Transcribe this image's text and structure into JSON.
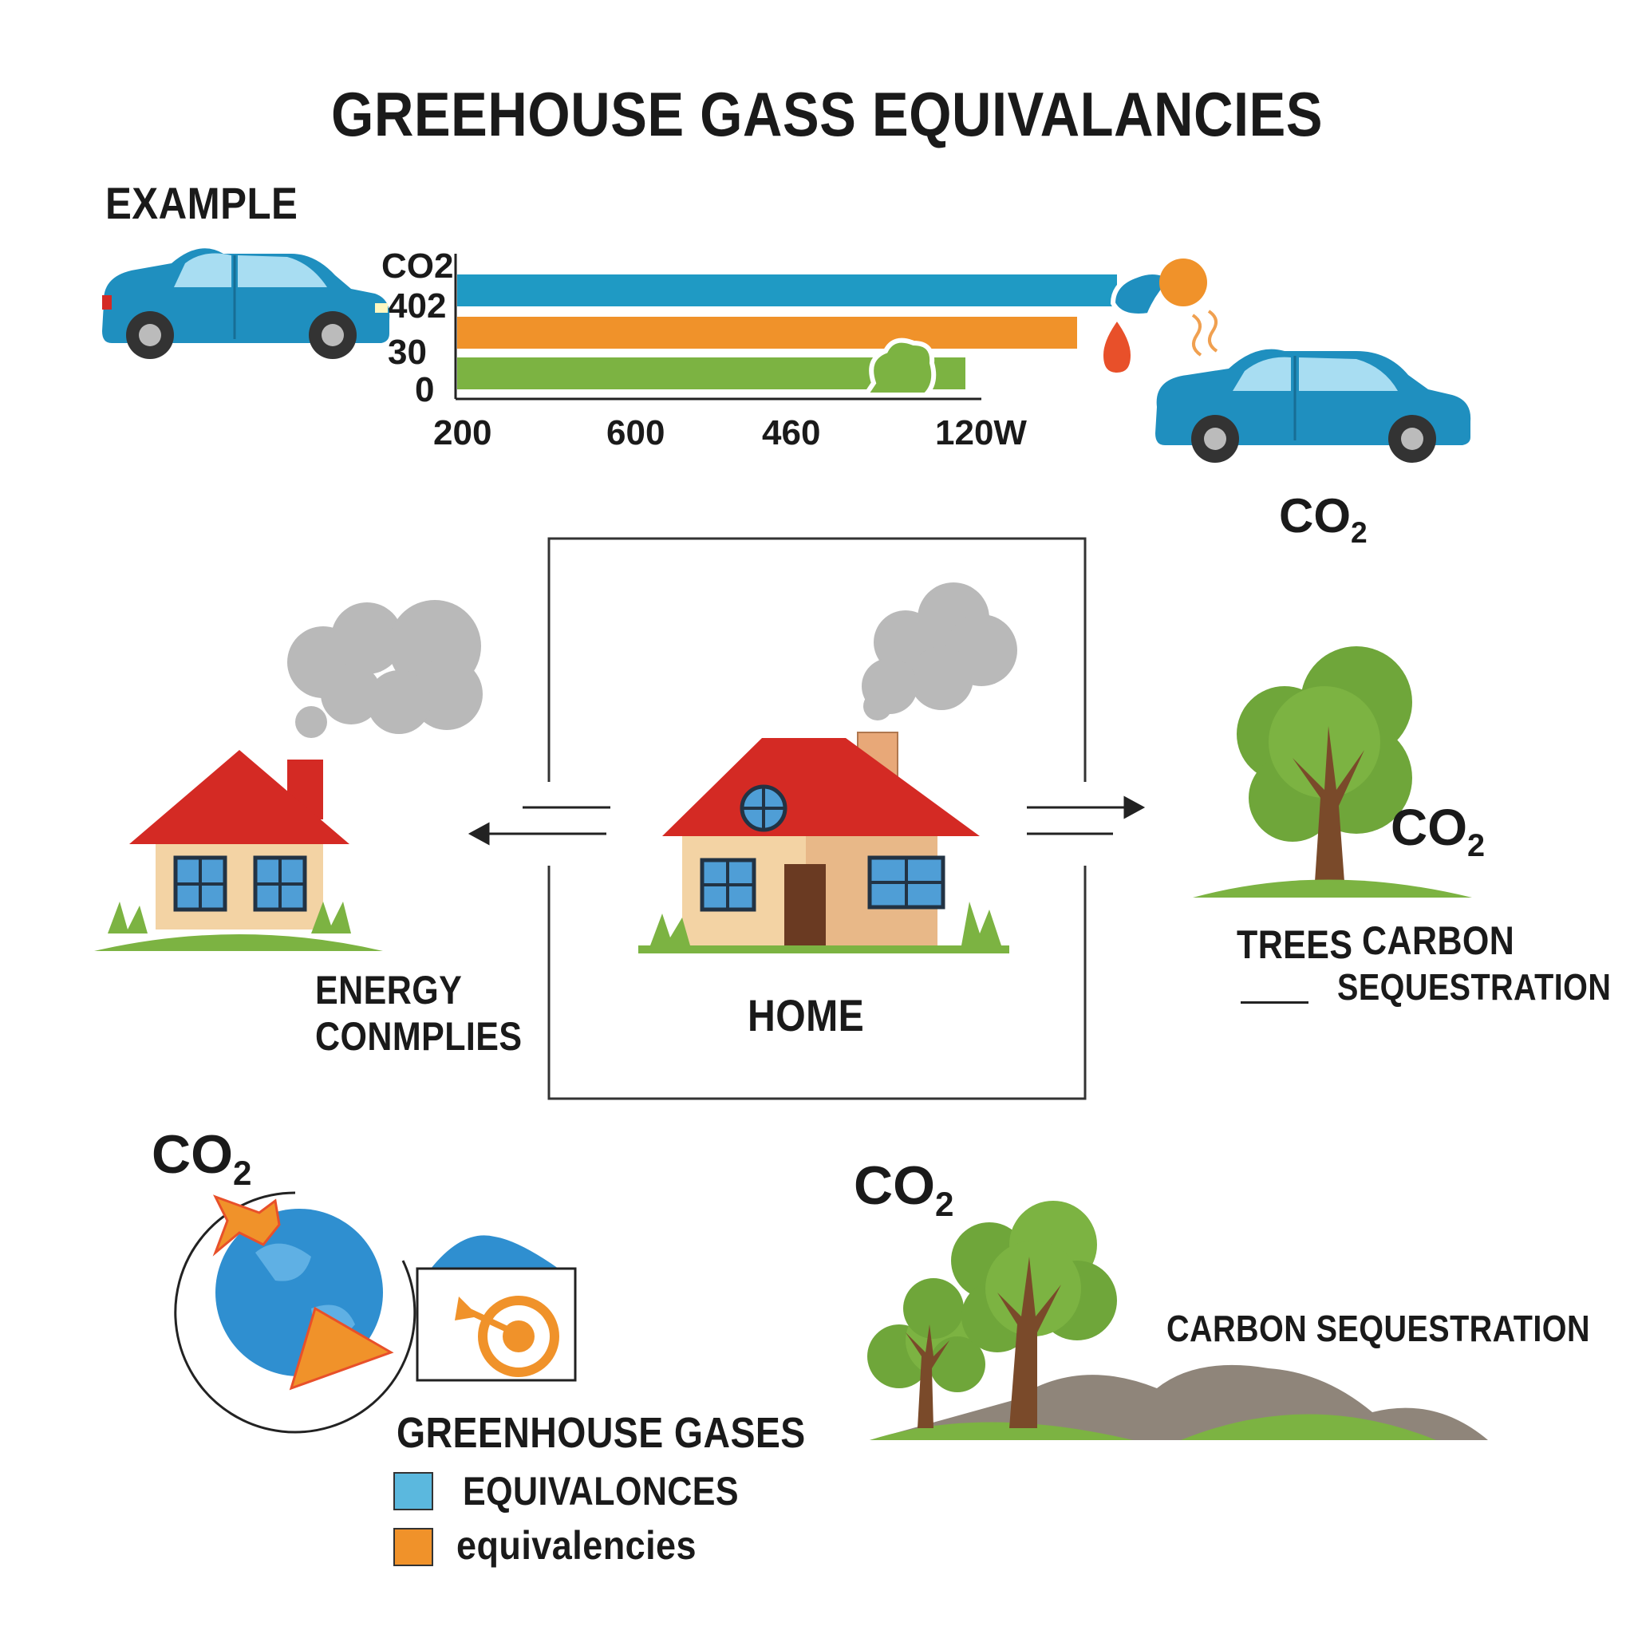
{
  "title": "GREEHOUSE GASS EQUIVALANCIES",
  "example_label": "EXAMPLE",
  "chart_data": {
    "type": "bar",
    "orientation": "horizontal",
    "y_tick_labels": [
      "CO2",
      "402",
      "30",
      "0"
    ],
    "x_tick_labels": [
      "200",
      "600",
      "460",
      "120W"
    ],
    "series": [
      {
        "color": "#1f9ac4",
        "value": 1.0
      },
      {
        "color": "#f0922a",
        "value": 0.94
      },
      {
        "color": "#7cb342",
        "value": 0.77
      }
    ],
    "grid": false
  },
  "co2_labels": {
    "car": {
      "main": "CO",
      "sub": "2"
    },
    "tree": {
      "main": "CO",
      "sub": "2"
    },
    "globe": {
      "main": "CO",
      "sub": "2"
    },
    "forest": {
      "main": "CO",
      "sub": "2"
    }
  },
  "nodes": {
    "energy": {
      "line1": "ENERGY",
      "line2": "CONMPLIES"
    },
    "home": {
      "label": "HOME"
    },
    "trees": {
      "word": "TREES",
      "line1": "CARBON",
      "line2": "SEQUESTRATION"
    },
    "forest": {
      "label": "CARBON SEQUESTRATION"
    }
  },
  "legend": {
    "title": "GREENHOUSE GASES",
    "items": [
      {
        "label": "EQUIVALONCES",
        "color": "#5bb8de"
      },
      {
        "label": "equivalencies",
        "color": "#f0922a"
      }
    ]
  },
  "colors": {
    "car_body": "#1f8fbf",
    "roof": "#d42a24",
    "wall": "#f3d3a4",
    "grass": "#7cb342",
    "smoke": "#b9b9b9",
    "trunk": "#7a4a2a",
    "foliage": "#6fa63a",
    "globe": "#2f8fd0"
  },
  "icons": [
    "car-icon",
    "house-icon",
    "tree-icon",
    "globe-icon",
    "smoke-cloud-icon",
    "target-icon",
    "arrow-icon"
  ]
}
